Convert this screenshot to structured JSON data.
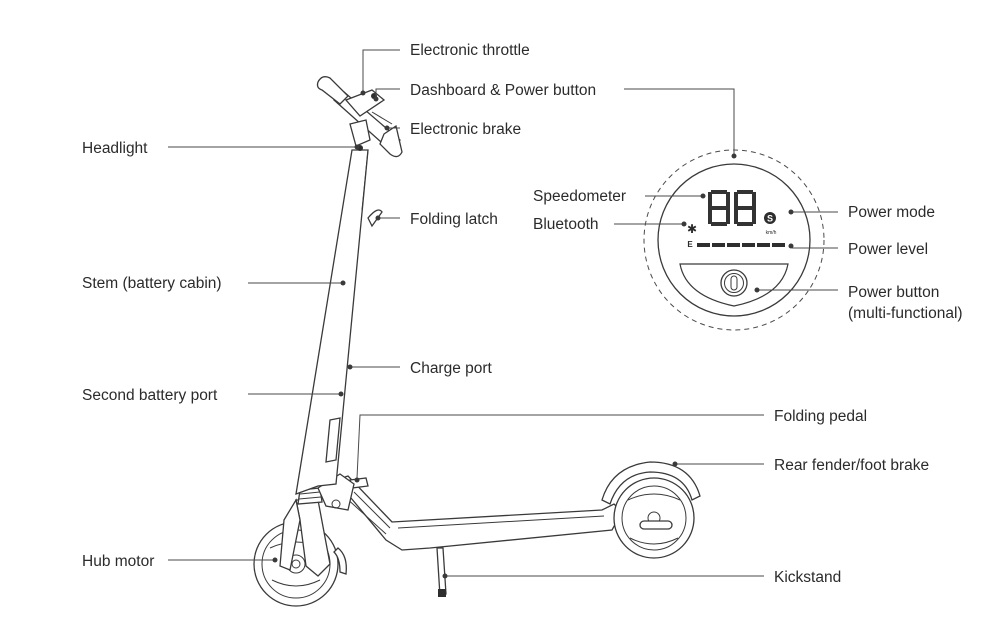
{
  "labels": {
    "electronic_throttle": "Electronic throttle",
    "dashboard_power_button": "Dashboard & Power button",
    "electronic_brake": "Electronic brake",
    "headlight": "Headlight",
    "folding_latch": "Folding latch",
    "stem_battery_cabin": "Stem (battery cabin)",
    "charge_port": "Charge port",
    "second_battery_port": "Second battery port",
    "hub_motor": "Hub motor",
    "folding_pedal": "Folding pedal",
    "rear_fender_foot_brake": "Rear fender/foot brake",
    "kickstand": "Kickstand",
    "speedometer": "Speedometer",
    "bluetooth": "Bluetooth",
    "power_mode": "Power mode",
    "power_level": "Power level",
    "power_button_line1": "Power button",
    "power_button_line2": "(multi-functional)"
  },
  "dashboard": {
    "speed_digits": "88",
    "unit": "km/h",
    "mode_letter": "S",
    "bluetooth_glyph": "✱",
    "battery_label": "E",
    "battery_segments": 6
  },
  "colors": {
    "ink": "#2e2e2e",
    "leader": "#4a4a4a",
    "background": "#ffffff"
  },
  "icons": {
    "bluetooth": "bluetooth-icon",
    "power": "power-icon",
    "mode": "mode-s-icon"
  }
}
